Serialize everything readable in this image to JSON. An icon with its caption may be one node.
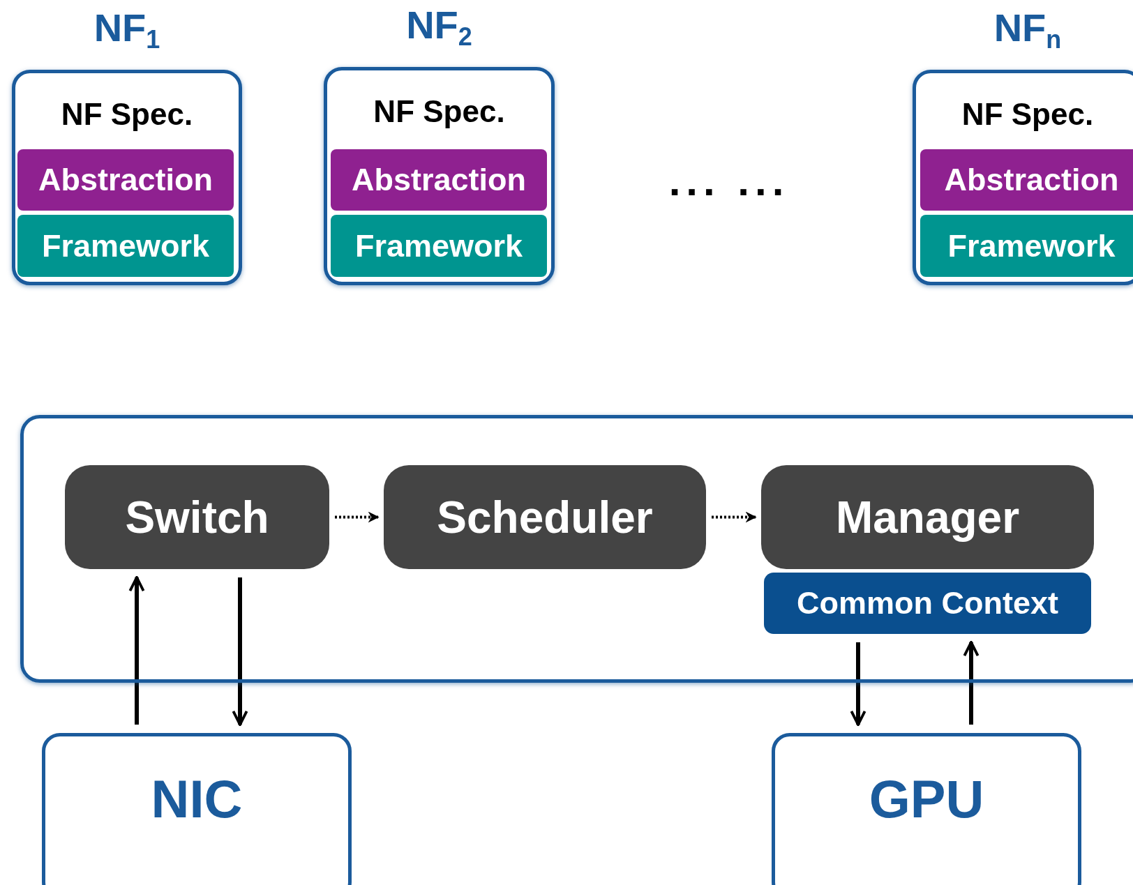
{
  "diagram": {
    "nodes": [
      {
        "text": [
          "NF$_{1}$",
          "NF Spec."
        ]
      },
      {
        "text": [
          "Abstraction"
        ],
        "in": 0
      },
      {
        "text": [
          "Framework"
        ],
        "in": 0
      },
      {
        "text": [
          "NF$_{2}$",
          "NF Spec."
        ]
      },
      {
        "text": [
          "Abstraction"
        ],
        "in": 3
      },
      {
        "text": [
          "Framework"
        ],
        "in": 3
      },
      {
        "text": [
          "NF$_{n}$",
          "NF Spec."
        ]
      },
      {
        "text": [
          "Abstraction"
        ],
        "in": 6
      },
      {
        "text": [
          "Framework"
        ],
        "in": 6
      },
      {
        "text": [],
        "shape": "box"
      },
      {
        "text": [
          "Switch"
        ],
        "in": 9
      },
      {
        "text": [
          "Scheduler"
        ],
        "in": 9
      },
      {
        "text": [
          "Manager"
        ],
        "in": 9
      },
      {
        "text": [
          "Common Context"
        ],
        "in": 9
      },
      {
        "text": [
          "NIC"
        ]
      },
      {
        "text": [
          "GPU"
        ]
      }
    ],
    "edges": [
      {
        "from": 10,
        "to": 11,
        "arrow": "to",
        "style": "dashed"
      },
      {
        "from": 11,
        "to": 12,
        "arrow": "to",
        "style": "dashed"
      },
      {
        "from": 14,
        "to": 10,
        "arrow": "to"
      },
      {
        "from": 10,
        "to": 14,
        "arrow": "to"
      },
      {
        "from": 13,
        "to": 15,
        "arrow": "to"
      },
      {
        "from": 15,
        "to": 13,
        "arrow": "to"
      }
    ],
    "labels": [
      "... ..."
    ]
  }
}
